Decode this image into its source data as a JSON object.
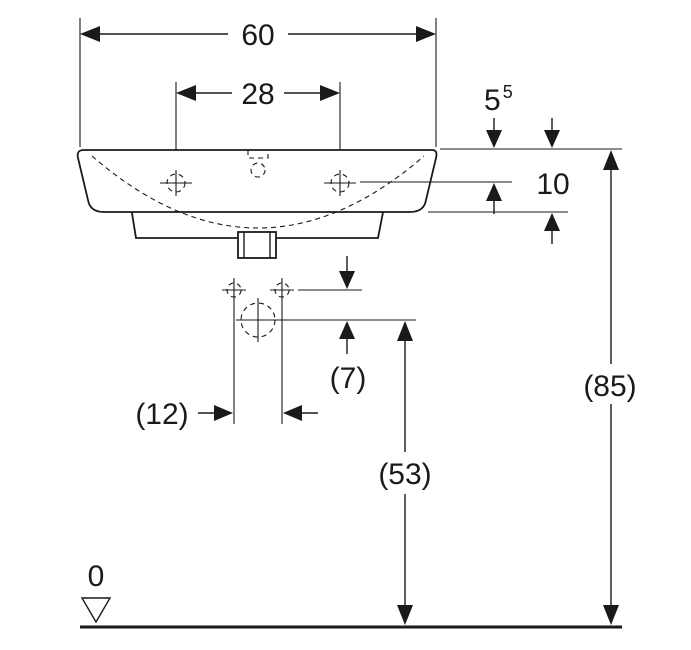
{
  "dimensions": {
    "overall_width": "60",
    "tap_hole_spacing": "28",
    "rim_offset_main": "5",
    "rim_offset_sup": "5",
    "rim_thickness": "10",
    "supply_offset": "(7)",
    "supply_spacing": "(12)",
    "drain_height": "(53)",
    "rim_height": "(85)",
    "floor_level": "0"
  },
  "colors": {
    "line": "#1a1a1a",
    "background": "#ffffff"
  }
}
